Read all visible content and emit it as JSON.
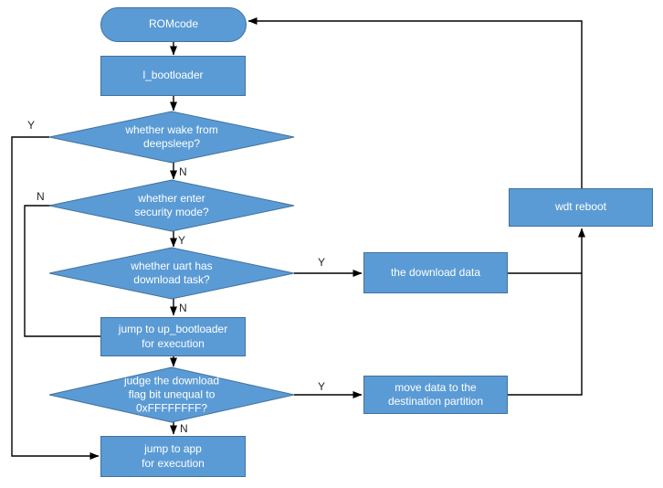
{
  "diagram_type": "flowchart",
  "colors": {
    "node_fill": "#5b9bd5",
    "node_border": "#41719c",
    "node_text": "#ffffff",
    "connector": "#000000",
    "edge_label": "#262626",
    "bg": "#ffffff"
  },
  "nodes": {
    "romcode": {
      "type": "terminator",
      "label": "ROMcode"
    },
    "l_bootloader": {
      "type": "process",
      "label": "l_bootloader"
    },
    "wake_deepsleep": {
      "type": "decision",
      "label": "whether wake from\ndeepsleep?"
    },
    "security_mode": {
      "type": "decision",
      "label": "whether enter\nsecurity mode?"
    },
    "uart_task": {
      "type": "decision",
      "label": "whether uart has\ndownload task?"
    },
    "jump_up_bootloader": {
      "type": "process",
      "label": "jump to up_bootloader\nfor execution"
    },
    "download_flag": {
      "type": "decision",
      "label": "judge the download\nflag bit unequal to\n0xFFFFFFFF?"
    },
    "jump_app": {
      "type": "process",
      "label": "jump to app\nfor execution"
    },
    "download_data": {
      "type": "process",
      "label": "the download data"
    },
    "move_data": {
      "type": "process",
      "label": "move data to the\ndestination partition"
    },
    "wdt_reboot": {
      "type": "process",
      "label": "wdt reboot"
    }
  },
  "edge_labels": {
    "wake_yes": "Y",
    "wake_no": "N",
    "security_no": "N",
    "security_yes": "Y",
    "uart_yes": "Y",
    "uart_no": "N",
    "flag_yes": "Y",
    "flag_no": "N"
  },
  "edges": [
    {
      "from": "romcode",
      "to": "l_bootloader"
    },
    {
      "from": "l_bootloader",
      "to": "wake_deepsleep"
    },
    {
      "from": "wake_deepsleep",
      "to": "security_mode",
      "label": "N"
    },
    {
      "from": "wake_deepsleep",
      "to": "jump_app",
      "label": "Y"
    },
    {
      "from": "security_mode",
      "to": "uart_task",
      "label": "Y"
    },
    {
      "from": "security_mode",
      "to": "jump_up_bootloader",
      "label": "N"
    },
    {
      "from": "uart_task",
      "to": "jump_up_bootloader",
      "label": "N"
    },
    {
      "from": "uart_task",
      "to": "download_data",
      "label": "Y"
    },
    {
      "from": "download_data",
      "to": "wdt_reboot"
    },
    {
      "from": "jump_up_bootloader",
      "to": "download_flag"
    },
    {
      "from": "download_flag",
      "to": "jump_app",
      "label": "N"
    },
    {
      "from": "download_flag",
      "to": "move_data",
      "label": "Y"
    },
    {
      "from": "move_data",
      "to": "wdt_reboot"
    },
    {
      "from": "wdt_reboot",
      "to": "romcode"
    }
  ]
}
